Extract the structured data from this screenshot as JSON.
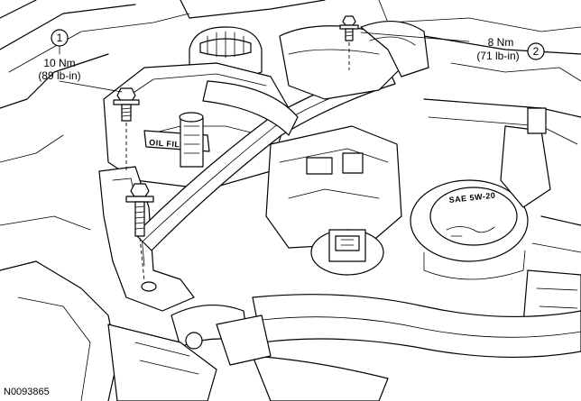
{
  "callouts": [
    {
      "number": "1",
      "torque_metric": "10 Nm",
      "torque_imperial": "(89 lb-in)"
    },
    {
      "number": "2",
      "torque_metric": "8 Nm",
      "torque_imperial": "(71 lb-in)"
    }
  ],
  "markings": {
    "oil_cap": "SAE 5W-20",
    "valve_cover": "OIL FILL"
  },
  "figure_id": "N0093865"
}
